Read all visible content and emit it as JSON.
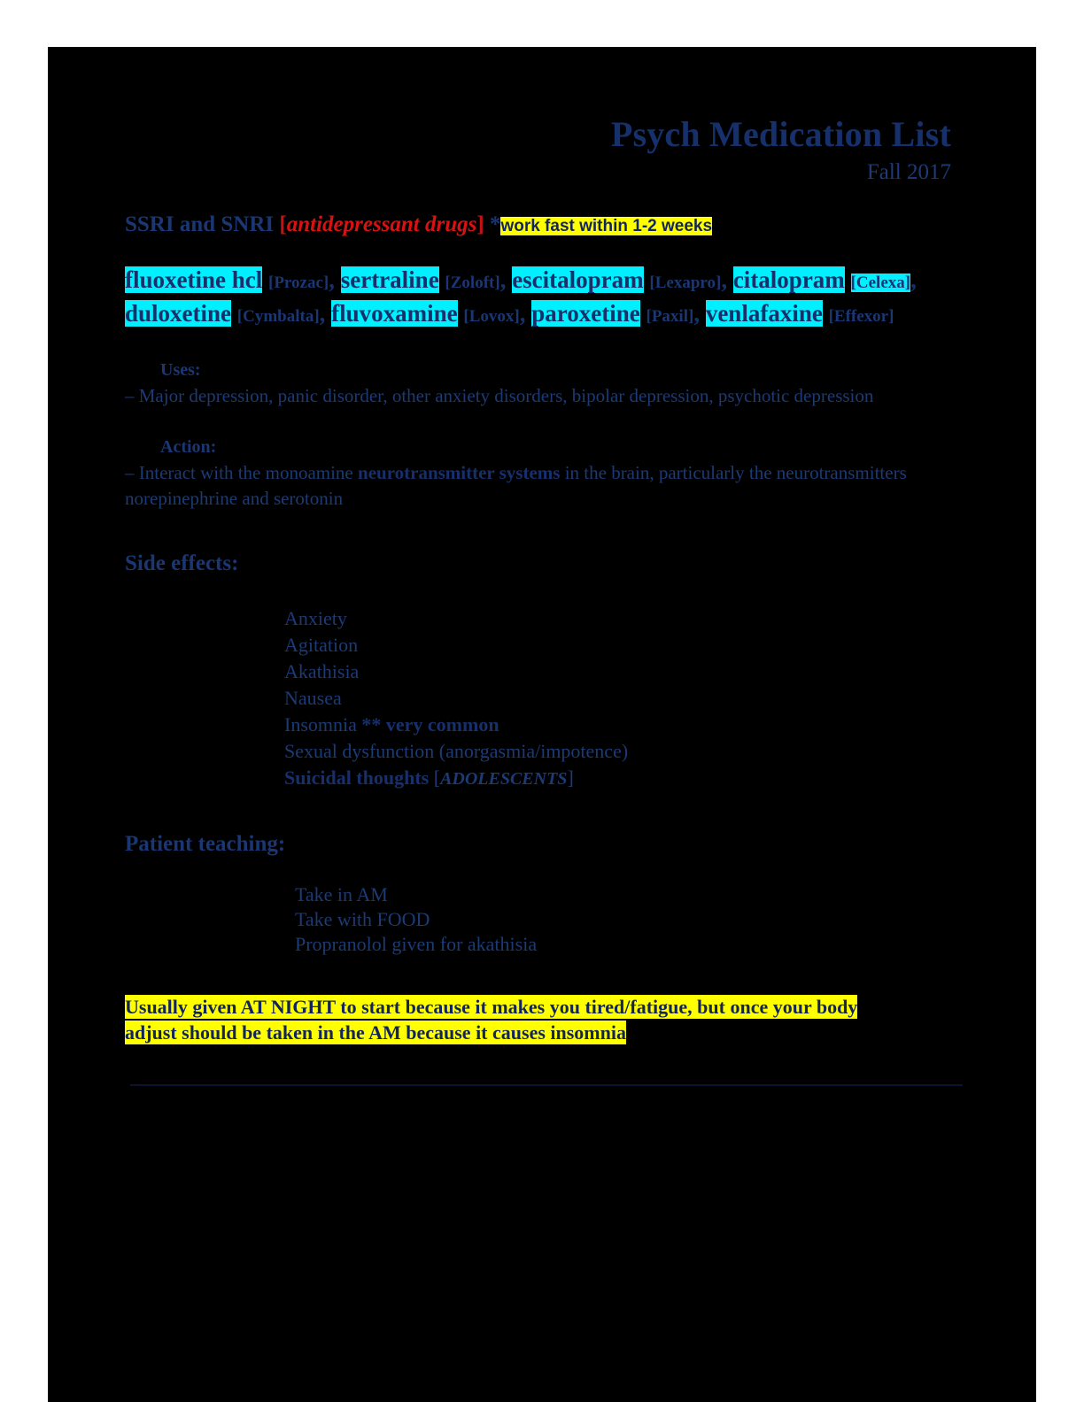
{
  "header": {
    "title": "Psych Medication List",
    "subtitle": "Fall 2017"
  },
  "section": {
    "heading_main": "SSRI and SNRI ",
    "heading_bracket_open": "[",
    "heading_bracket_text": "antidepressant drugs",
    "heading_bracket_close": "]",
    "heading_star": " *",
    "heading_highlight": "work fast within 1-2 weeks"
  },
  "drugs": [
    {
      "generic": "fluoxetine hcl",
      "brand": "[Prozac]",
      "sep": ",",
      "generic_highlight": true,
      "brand_highlight": false
    },
    {
      "generic": "sertraline",
      "brand": "[Zoloft]",
      "sep": ",",
      "generic_highlight": true,
      "brand_highlight": false
    },
    {
      "generic": "escitalopram",
      "brand": "[Lexapro]",
      "sep": ",",
      "generic_highlight": true,
      "brand_highlight": false
    },
    {
      "generic": "citalopram",
      "brand": "[Celexa]",
      "sep": ",",
      "generic_highlight": true,
      "brand_highlight": true
    },
    {
      "generic": "duloxetine",
      "brand": "[Cymbalta]",
      "sep": ",",
      "generic_highlight": true,
      "brand_highlight": false
    },
    {
      "generic": "fluvoxamine",
      "brand": "[Lovox]",
      "sep": ",",
      "generic_highlight": true,
      "brand_highlight": false
    },
    {
      "generic": "paroxetine",
      "brand": "[Paxil]",
      "sep": ",",
      "generic_highlight": true,
      "brand_highlight": false
    },
    {
      "generic": "venlafaxine",
      "brand": "[Effexor]",
      "sep": "",
      "generic_highlight": true,
      "brand_highlight": false
    }
  ],
  "uses": {
    "label": "Uses:",
    "text": "– Major depression, panic disorder, other anxiety disorders, bipolar depression, psychotic depression"
  },
  "action": {
    "label": "Action:",
    "text_before": "– Interact with the monoamine ",
    "text_bold": "neurotransmitter systems",
    "text_after": " in the brain, particularly the neurotransmitters norepinephrine and serotonin"
  },
  "side_effects": {
    "heading": "Side effects:",
    "items": [
      {
        "text": "Anxiety",
        "bold_suffix": "",
        "bracket": ""
      },
      {
        "text": "Agitation",
        "bold_suffix": "",
        "bracket": ""
      },
      {
        "text": "Akathisia",
        "bold_suffix": "",
        "bracket": ""
      },
      {
        "text": "Nausea",
        "bold_suffix": "",
        "bracket": ""
      },
      {
        "text": "Insomnia ",
        "bold_suffix": "** very common",
        "bracket": ""
      },
      {
        "text": "Sexual dysfunction (anorgasmia/impotence)",
        "bold_suffix": "",
        "bracket": ""
      },
      {
        "text": "",
        "bold_suffix": "Suicidal thoughts",
        "bracket": "ADOLESCENTS"
      }
    ]
  },
  "patient_teaching": {
    "heading": "Patient teaching:",
    "items": [
      "Take in AM",
      "Take with FOOD",
      "Propranolol given for akathisia"
    ]
  },
  "note": {
    "line1": "Usually given AT NIGHT to start because it makes you tired/fatigue, but once your body",
    "line2": "adjust should be taken in the AM because it causes insomnia"
  },
  "colors": {
    "page_background": "#000000",
    "text_navy": "#16306b",
    "highlight_yellow": "#ffff00",
    "highlight_cyan": "#00f0ff",
    "accent_red": "#d81111"
  }
}
